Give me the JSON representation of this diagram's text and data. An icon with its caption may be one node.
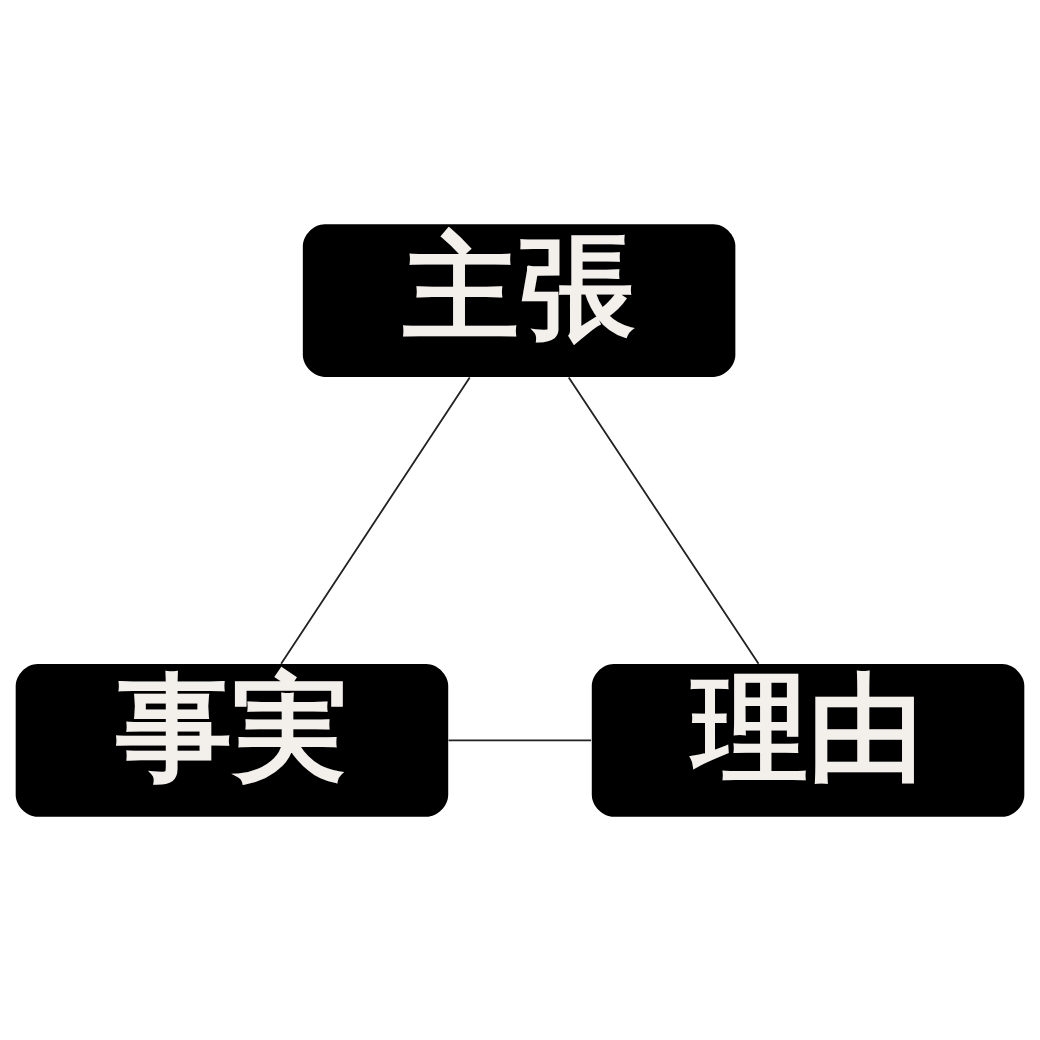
{
  "diagram": {
    "nodes": [
      {
        "text": [
          "主張"
        ]
      },
      {
        "text": [
          "事実"
        ]
      },
      {
        "text": [
          "理由"
        ]
      }
    ],
    "edges": [
      {
        "from": 0,
        "to": 1,
        "arrow": "none"
      },
      {
        "from": 0,
        "to": 2,
        "arrow": "none"
      },
      {
        "from": 1,
        "to": 2,
        "arrow": "none"
      }
    ]
  }
}
